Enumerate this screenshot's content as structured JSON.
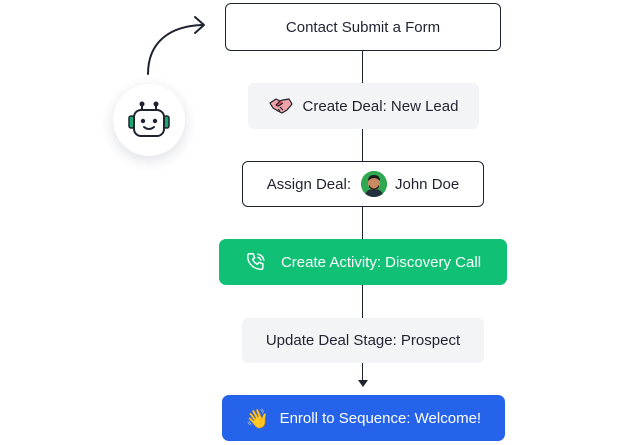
{
  "steps": {
    "trigger": {
      "label": "Contact Submit a Form"
    },
    "create_deal": {
      "label": "Create Deal: New Lead",
      "icon": "handshake-icon"
    },
    "assign_deal": {
      "label": "Assign Deal:",
      "assignee": "John Doe",
      "icon": "avatar"
    },
    "create_activity": {
      "label": "Create Activity: Discovery Call",
      "icon": "phone-icon"
    },
    "update_stage": {
      "label": "Update Deal Stage: Prospect"
    },
    "enroll": {
      "label": "Enroll to Sequence: Welcome!",
      "icon": "waving-hand-icon",
      "emoji": "👋"
    }
  },
  "bot": {
    "icon": "robot-icon"
  },
  "colors": {
    "green": "#10c074",
    "blue": "#2563eb",
    "gray_box": "#f3f4f6",
    "outline": "#1f2330",
    "robot_green": "#1ba672"
  }
}
